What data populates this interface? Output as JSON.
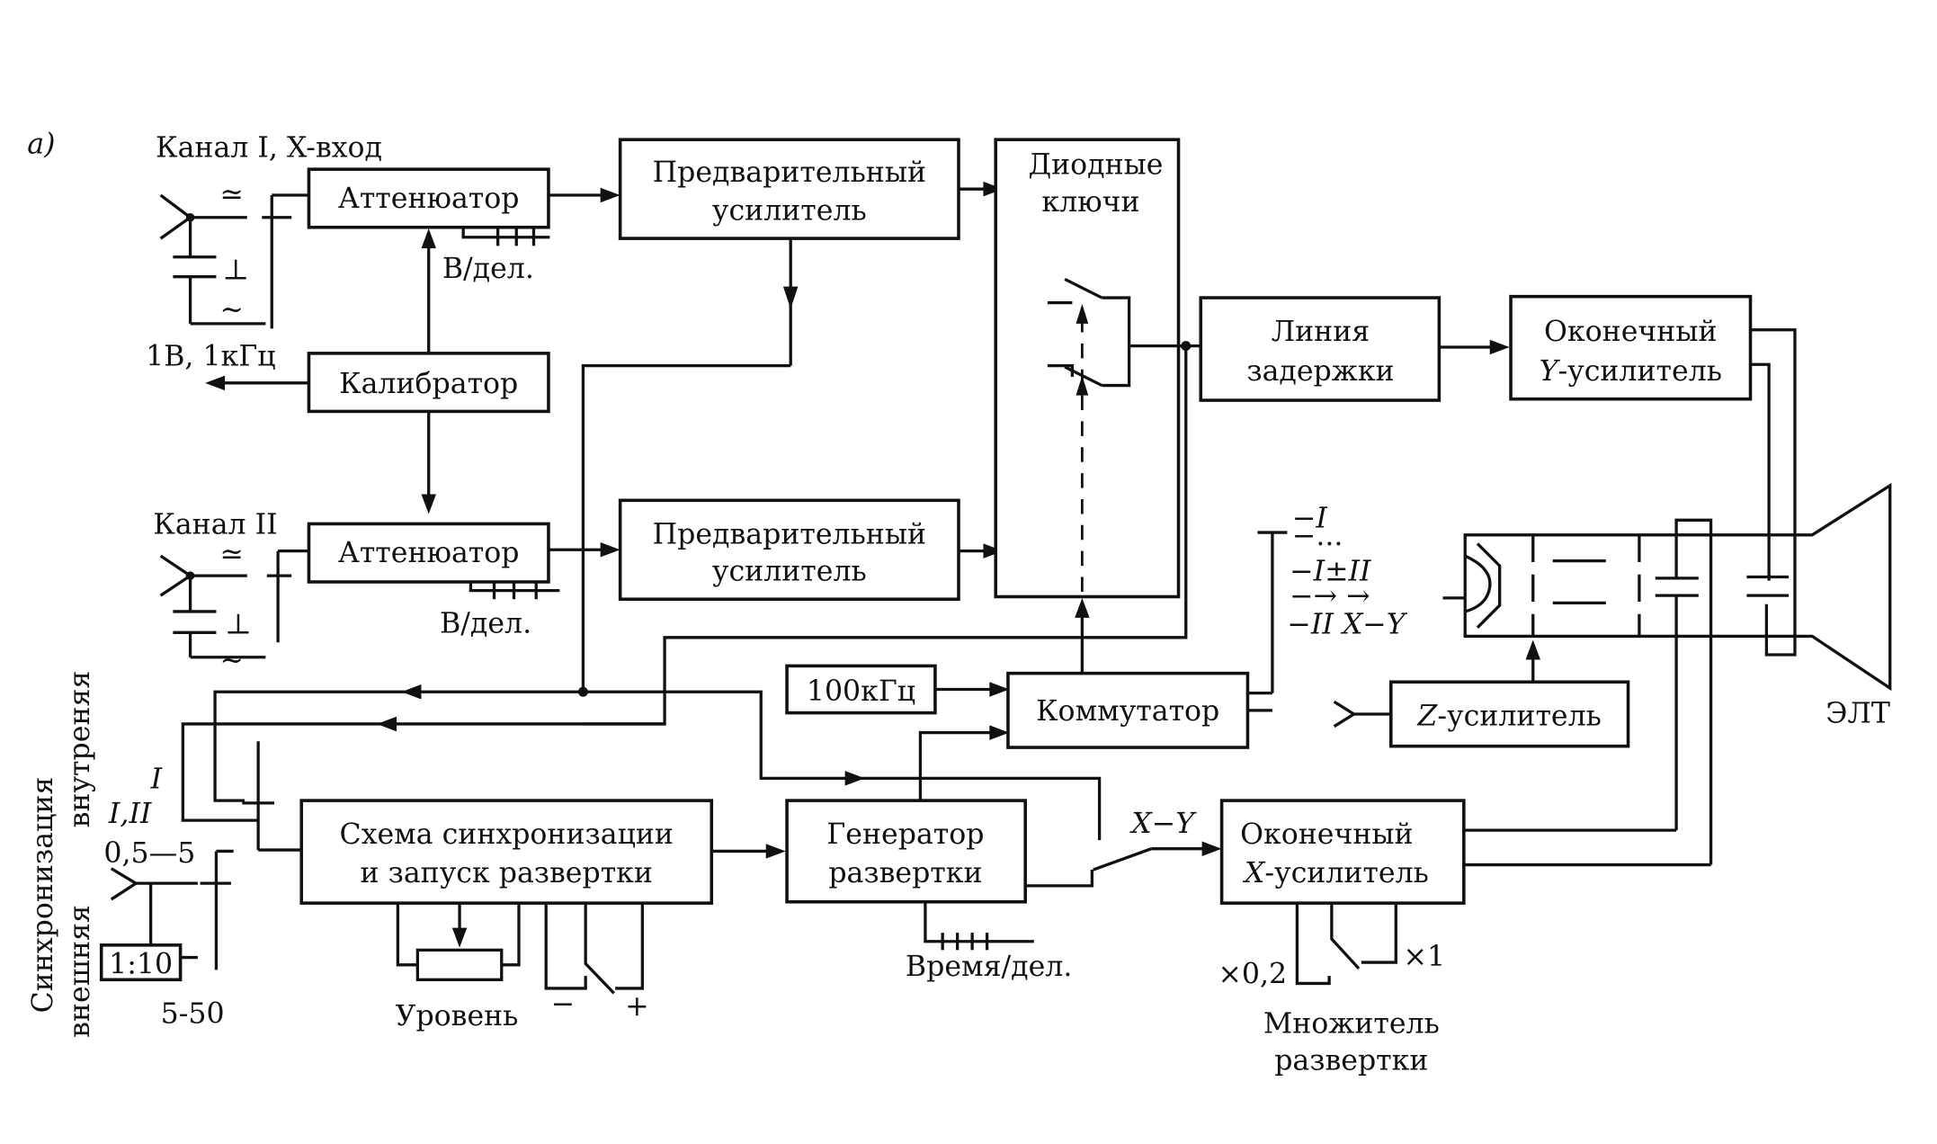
{
  "figure_label": "а)",
  "channel1": {
    "title": "Канал I, X-вход",
    "coupling": [
      "≃",
      "⊥",
      "∼"
    ],
    "volts_per_div": "В/дел."
  },
  "channel2": {
    "title": "Канал II",
    "coupling": [
      "≃",
      "⊥",
      "∼"
    ],
    "volts_per_div": "В/дел."
  },
  "blocks": {
    "attenuator1": "Аттенюатор",
    "attenuator2": "Аттенюатор",
    "calibrator": "Калибратор",
    "preamp1": [
      "Предварительный",
      "усилитель"
    ],
    "preamp2": [
      "Предварительный",
      "усилитель"
    ],
    "diode_keys": [
      "Диодные",
      "ключи"
    ],
    "delay_line": [
      "Линия",
      "задержки"
    ],
    "y_amp": [
      "Оконечный",
      "Y-усилитель"
    ],
    "osc100k": "100кГц",
    "switcher": "Коммутатор",
    "z_amp": "Z-усилитель",
    "sync": [
      "Схема синхронизации",
      "и запуск развертки"
    ],
    "sweep_gen": [
      "Генератор",
      "развертки"
    ],
    "x_amp": [
      "Оконечный",
      "X-усилитель"
    ],
    "divider": "1:10"
  },
  "labels": {
    "calibrator_out": "1В, 1кГц",
    "sync_title": "Синхронизация",
    "sync_external": "внешняя",
    "sync_internal": "внутреняя",
    "sync_I": "I",
    "sync_I_II": "I,II",
    "range_low": "0,5—5",
    "range_high": "5-50",
    "level": "Уровень",
    "minus": "−",
    "plus": "+",
    "time_per_div": "Время/дел.",
    "xy_switch": "X−Y",
    "mult_02": "×0,2",
    "mult_1": "×1",
    "sweep_multiplier": [
      "Множитель",
      "развертки"
    ],
    "crt": "ЭЛТ",
    "mode_options": [
      "−I",
      "−...",
      "−I±II",
      "−→ →",
      "−II  X−Y"
    ]
  }
}
